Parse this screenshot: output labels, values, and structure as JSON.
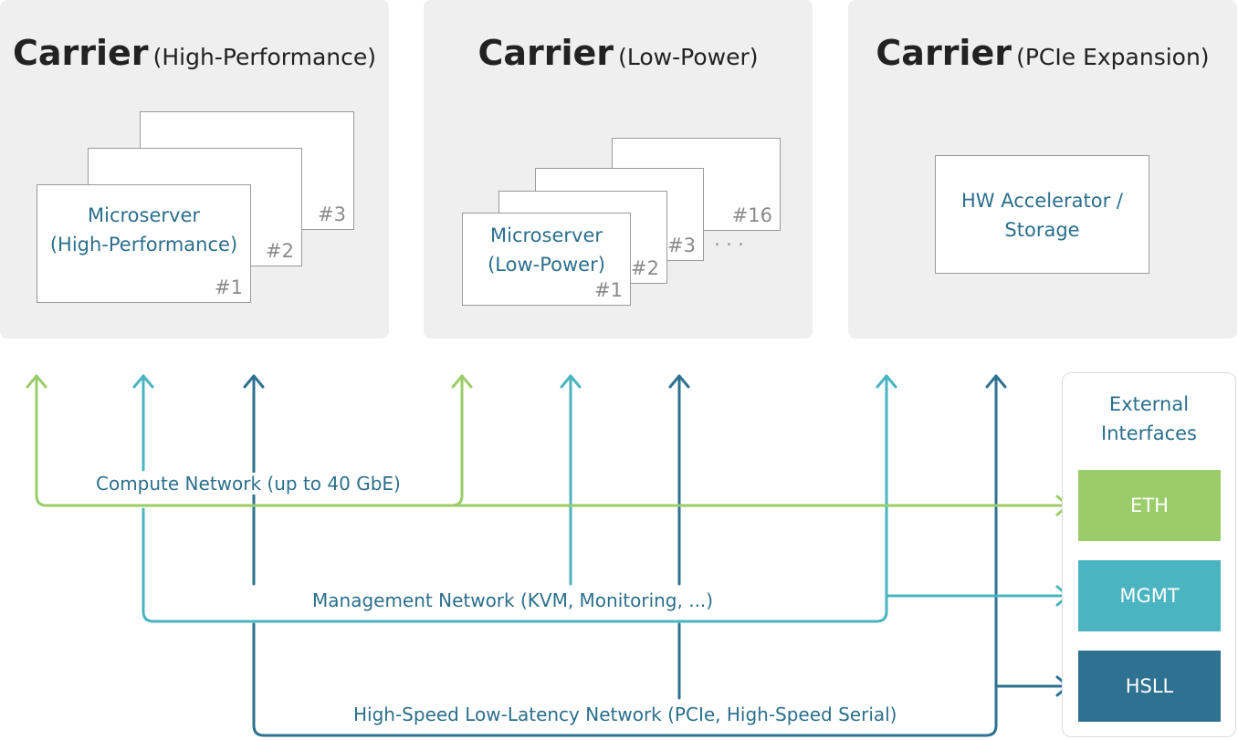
{
  "carriers": [
    {
      "title": "Carrier",
      "subtitle": "(High-Performance)",
      "card_label_line1": "Microserver",
      "card_label_line2": "(High-Performance)",
      "card_numbers": [
        "#1",
        "#2",
        "#3"
      ]
    },
    {
      "title": "Carrier",
      "subtitle": "(Low-Power)",
      "card_label_line1": "Microserver",
      "card_label_line2": "(Low-Power)",
      "card_numbers": [
        "#1",
        "#2",
        "#3",
        "#16"
      ],
      "ellipsis": "..."
    },
    {
      "title": "Carrier",
      "subtitle": "(PCIe Expansion)",
      "card_label_line1": "HW Accelerator /",
      "card_label_line2": "Storage"
    }
  ],
  "networks": {
    "compute": {
      "label": "Compute Network (up to 40 GbE)",
      "color": "#9acd6a"
    },
    "management": {
      "label": "Management Network (KVM, Monitoring, ...)",
      "color": "#4ab5c0"
    },
    "hsll": {
      "label": "High-Speed Low-Latency Network (PCIe, High-Speed Serial)",
      "color": "#2e7191"
    }
  },
  "external_interfaces": {
    "title_line1": "External",
    "title_line2": "Interfaces",
    "items": [
      {
        "label": "ETH",
        "color": "#9acd6a"
      },
      {
        "label": "MGMT",
        "color": "#4ab5c0"
      },
      {
        "label": "HSLL",
        "color": "#2e7191"
      }
    ]
  }
}
